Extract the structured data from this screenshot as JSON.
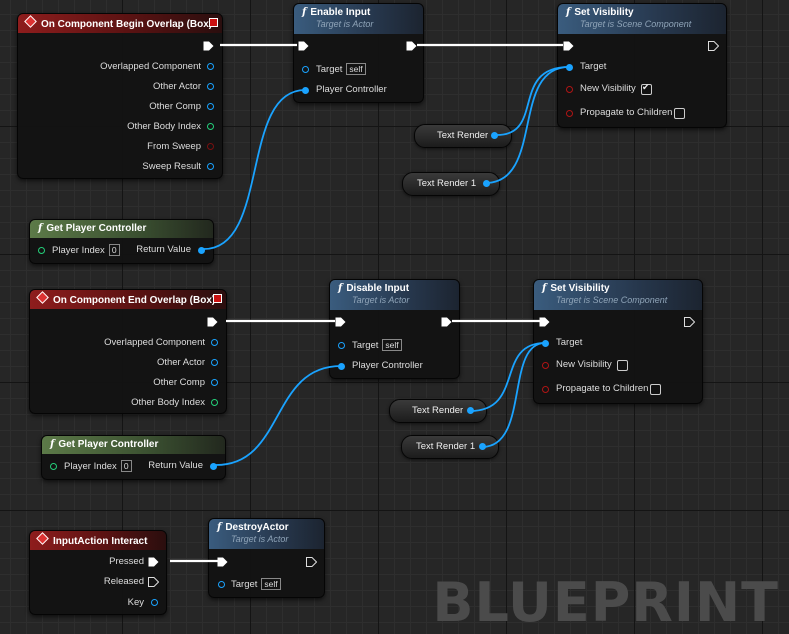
{
  "watermark": "BLUEPRINT",
  "target_self": "self",
  "nodes": {
    "begin_overlap": {
      "title": "On Component Begin Overlap (Box)",
      "pins": [
        "Overlapped Component",
        "Other Actor",
        "Other Comp",
        "Other Body Index",
        "From Sweep",
        "Sweep Result"
      ]
    },
    "enable_input": {
      "title": "Enable Input",
      "subtitle": "Target is Actor",
      "pins": [
        "Target",
        "Player Controller"
      ]
    },
    "set_visibility_1": {
      "title": "Set Visibility",
      "subtitle": "Target is Scene Component",
      "pins": [
        "Target",
        "New Visibility",
        "Propagate to Children"
      ],
      "new_visibility": true,
      "propagate": false
    },
    "text_render_a": {
      "title": "Text Render"
    },
    "text_render_1a": {
      "title": "Text Render 1"
    },
    "get_pc_1": {
      "title": "Get Player Controller",
      "pins": [
        "Player Index",
        "Return Value"
      ],
      "player_index": "0"
    },
    "end_overlap": {
      "title": "On Component End Overlap (Box)",
      "pins": [
        "Overlapped Component",
        "Other Actor",
        "Other Comp",
        "Other Body Index"
      ]
    },
    "disable_input": {
      "title": "Disable Input",
      "subtitle": "Target is Actor",
      "pins": [
        "Target",
        "Player Controller"
      ]
    },
    "set_visibility_2": {
      "title": "Set Visibility",
      "subtitle": "Target is Scene Component",
      "pins": [
        "Target",
        "New Visibility",
        "Propagate to Children"
      ],
      "new_visibility": false,
      "propagate": false
    },
    "text_render_b": {
      "title": "Text Render"
    },
    "text_render_1b": {
      "title": "Text Render 1"
    },
    "get_pc_2": {
      "title": "Get Player Controller",
      "pins": [
        "Player Index",
        "Return Value"
      ],
      "player_index": "0"
    },
    "input_action": {
      "title": "InputAction Interact",
      "pins": [
        "Pressed",
        "Released",
        "Key"
      ]
    },
    "destroy_actor": {
      "title": "DestroyActor",
      "subtitle": "Target is Actor",
      "pins": [
        "Target"
      ]
    }
  },
  "colors": {
    "exec_wire": "#ffffff",
    "object_wire": "#1aa3ff",
    "event_header": "#8e1d1d",
    "function_header": "#3a5c7e",
    "pure_header": "#5c7a48"
  }
}
